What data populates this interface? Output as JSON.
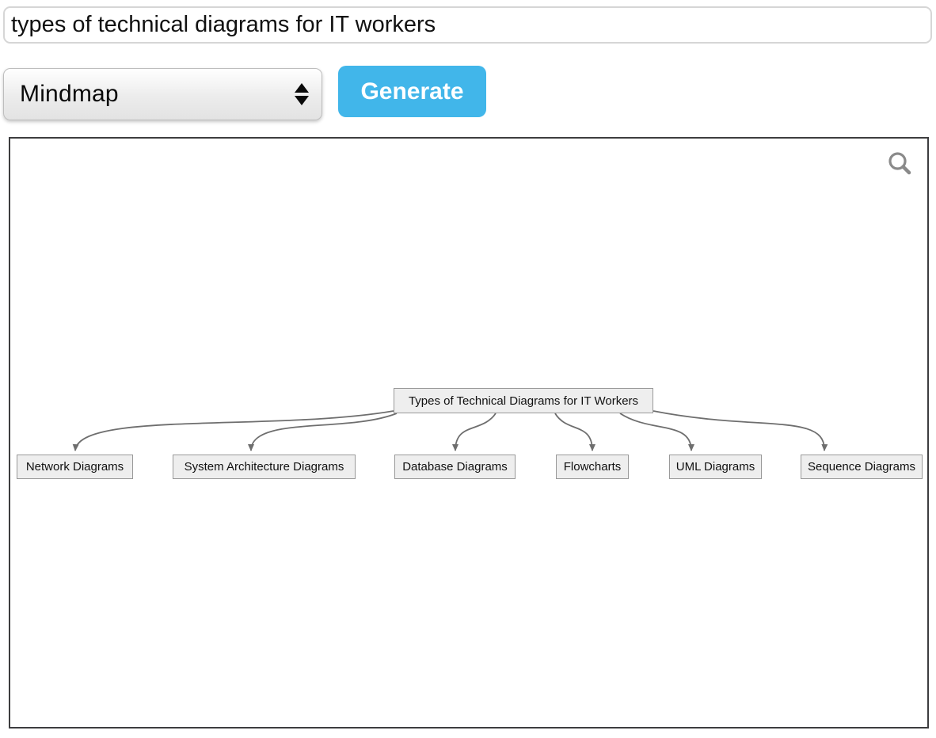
{
  "header": {
    "prompt_input": {
      "value": "types of technical diagrams for IT workers"
    },
    "diagram_type_select": {
      "value": "Mindmap"
    },
    "generate_button_label": "Generate"
  },
  "canvas": {
    "zoom_icon": "magnifier-icon",
    "mindmap": {
      "root": "Types of Technical Diagrams for IT Workers",
      "children": [
        "Network Diagrams",
        "System Architecture Diagrams",
        "Database Diagrams",
        "Flowcharts",
        "UML Diagrams",
        "Sequence Diagrams"
      ]
    }
  },
  "colors": {
    "generate_button_bg": "#41b6ea",
    "canvas_border": "#3d3d3f",
    "node_fill": "#eeeeee",
    "node_border": "#999999",
    "edge_stroke": "#6e6e6e"
  }
}
